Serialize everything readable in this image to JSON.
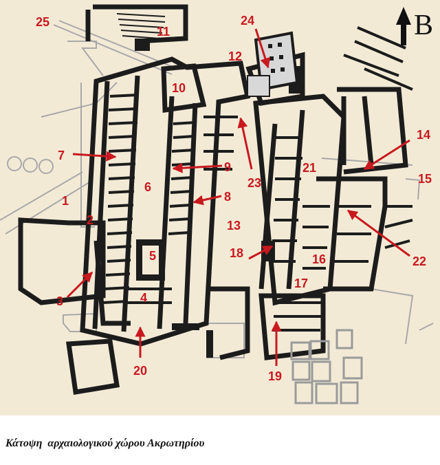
{
  "plan": {
    "background_color": "#f3ead6",
    "wall_color": "#1c1c1c",
    "label_color": "#c8191f",
    "north_letter": "B",
    "labels": [
      "1",
      "2",
      "3",
      "4",
      "5",
      "6",
      "7",
      "8",
      "9",
      "10",
      "11",
      "12",
      "13",
      "14",
      "15",
      "16",
      "17",
      "18",
      "19",
      "20",
      "21",
      "22",
      "23",
      "24",
      "25"
    ]
  },
  "caption": "Κάτοψη  αρχαιολογικού χώρου Ακρωτηρίου"
}
